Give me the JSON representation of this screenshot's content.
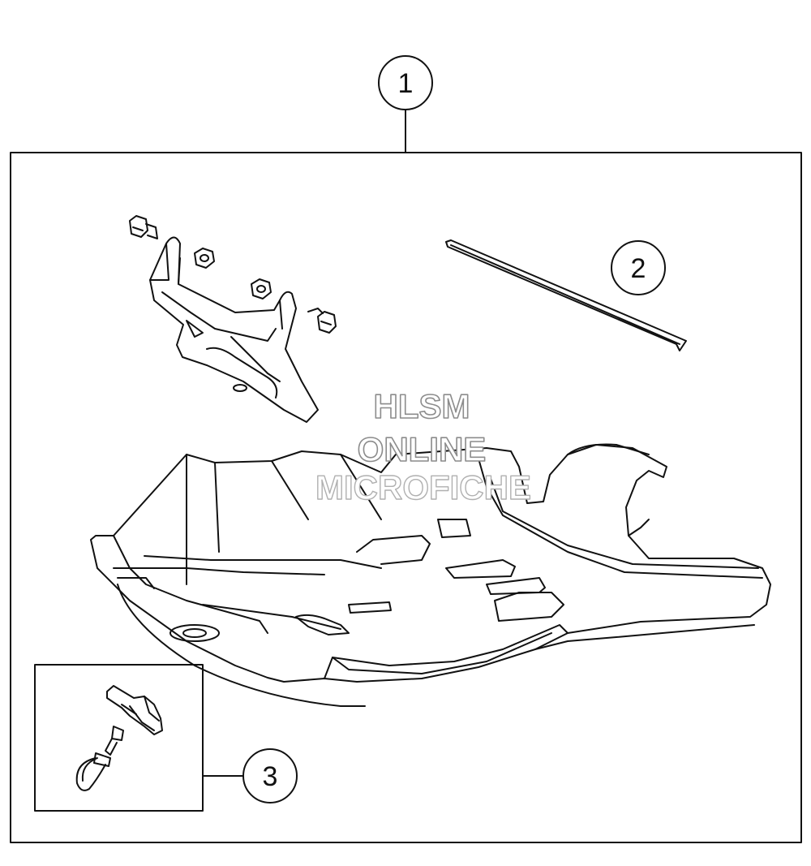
{
  "callouts": [
    {
      "label": "1",
      "part": "skid-plate-kit"
    },
    {
      "label": "2",
      "part": "rubber-strip"
    },
    {
      "label": "3",
      "part": "quick-release-fastener-kit"
    }
  ],
  "watermark": {
    "line1": "HLSM",
    "line2": "ONLINE",
    "line3": "MICROFICHE"
  },
  "colors": {
    "line": "#111111",
    "watermark_outline": "#8c8c8c",
    "background": "#ffffff"
  }
}
